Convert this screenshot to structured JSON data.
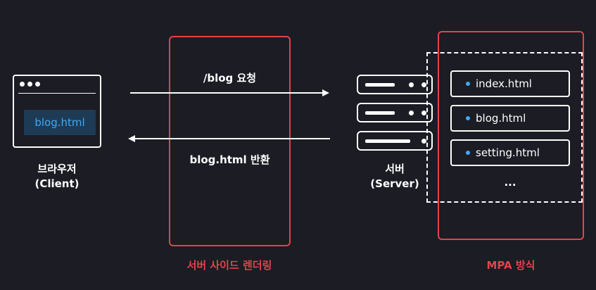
{
  "browser": {
    "file_label": "blog.html",
    "caption_line1": "브라우저",
    "caption_line2": "(Client)"
  },
  "request": {
    "label": "/blog 요청"
  },
  "response": {
    "label": "blog.html 반환"
  },
  "ssr": {
    "label": "서버 사이드 렌더링"
  },
  "server": {
    "caption_line1": "서버",
    "caption_line2": "(Server)"
  },
  "mpa": {
    "label": "MPA 방식",
    "files": [
      "index.html",
      "blog.html",
      "setting.html"
    ],
    "more": "..."
  },
  "colors": {
    "background": "#1b1c24",
    "accent_red": "#e2434b",
    "accent_blue": "#3fa9f5",
    "file_box_bg": "#1e3b55",
    "line": "#ffffff"
  },
  "icons": [
    "window-dots-icon",
    "server-rack-icon",
    "arrow-right-icon",
    "arrow-left-icon",
    "bullet-icon"
  ]
}
